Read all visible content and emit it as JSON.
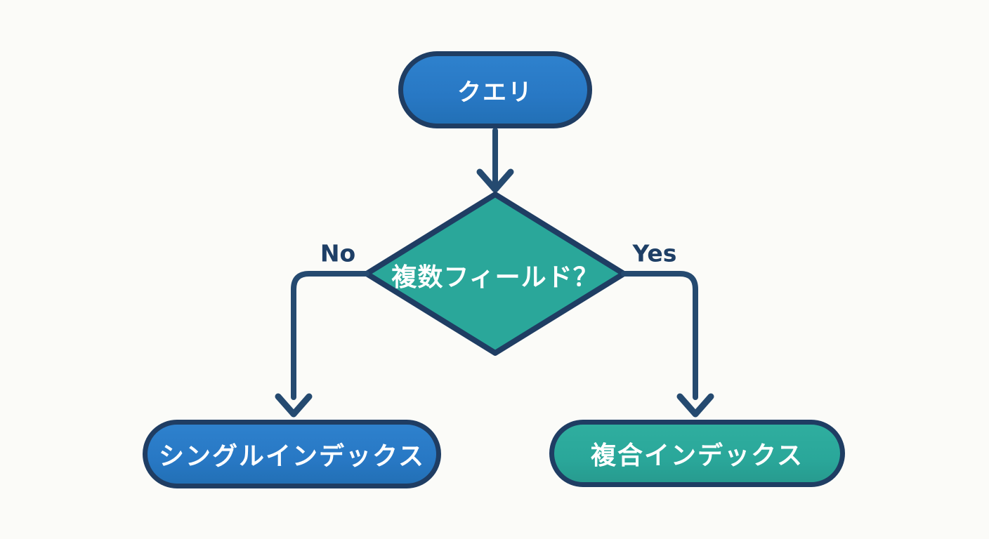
{
  "colors": {
    "background": "#fbfbf8",
    "node_blue": "#2878c4",
    "node_teal": "#2aa79a",
    "outline": "#1f3d63",
    "connector": "#254a70",
    "label_text": "#1e3f66",
    "node_text": "#ffffff"
  },
  "flowchart": {
    "nodes": {
      "start": {
        "label": "クエリ",
        "shape": "rounded",
        "color": "#2878c4"
      },
      "decision": {
        "label": "複数フィールド？",
        "shape": "diamond",
        "color": "#2aa79a"
      },
      "no_result": {
        "label": "シングルインデックス",
        "shape": "rounded",
        "color": "#2878c4"
      },
      "yes_result": {
        "label": "複合インデックス",
        "shape": "rounded",
        "color": "#2aa79a"
      }
    },
    "edges": {
      "start_to_decision": "",
      "no_label": "No",
      "yes_label": "Yes"
    }
  }
}
